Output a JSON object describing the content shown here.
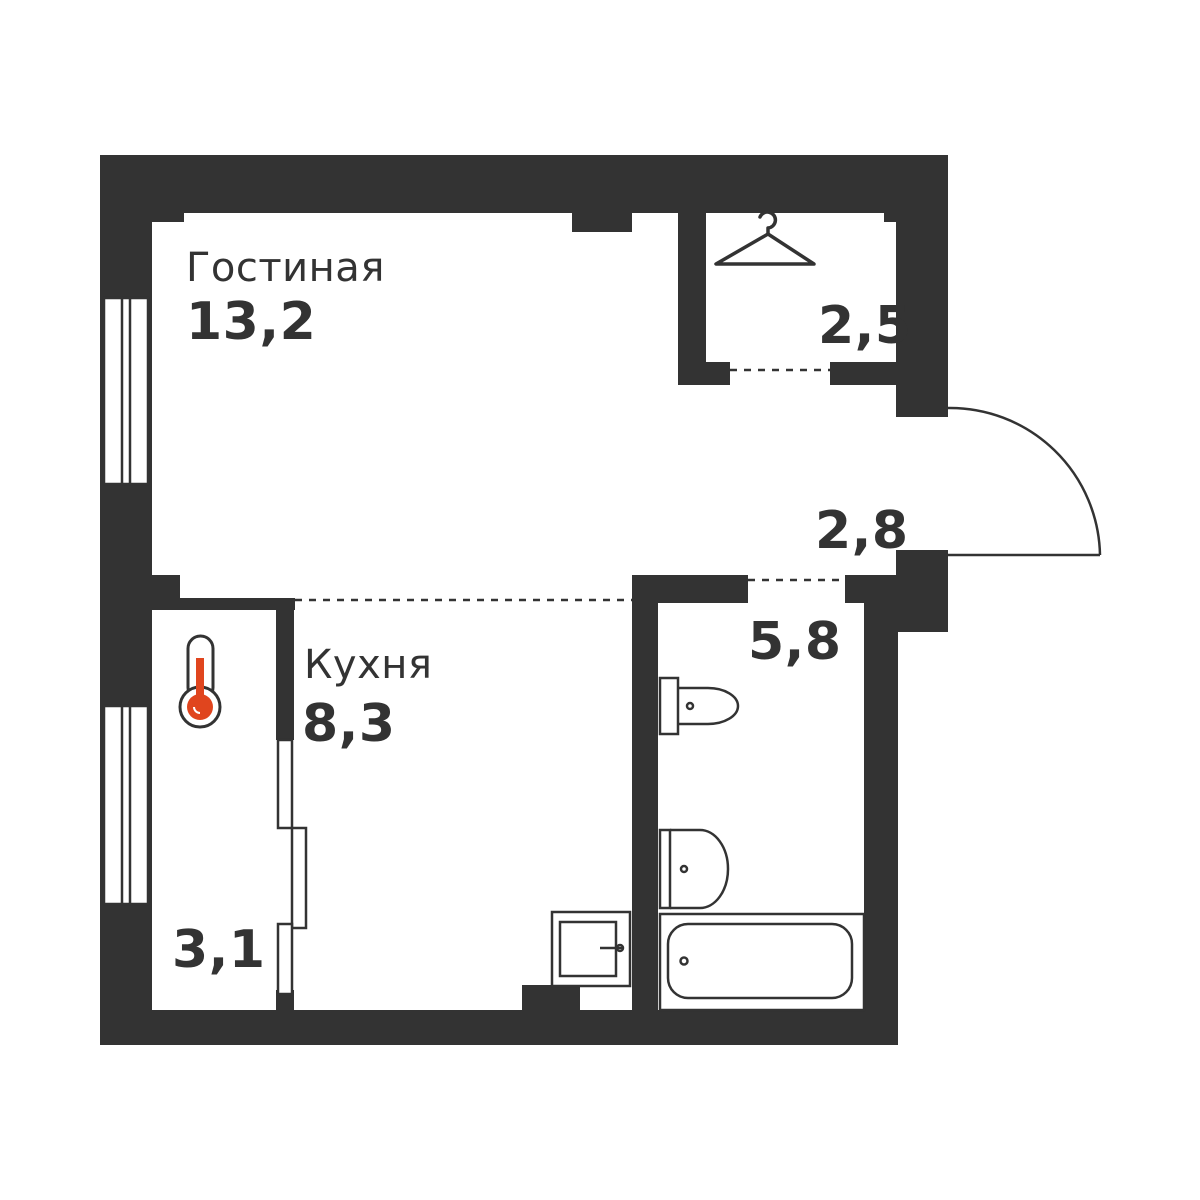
{
  "rooms": {
    "living": {
      "name": "Гостиная",
      "area": "13,2"
    },
    "wardrobe": {
      "area": "2,5"
    },
    "hall": {
      "area": "2,8"
    },
    "bathroom": {
      "area": "5,8"
    },
    "kitchen": {
      "name": "Кухня",
      "area": "8,3"
    },
    "balcony": {
      "area": "3,1"
    }
  },
  "icons": {
    "wardrobe": "hanger-icon",
    "balcony": "thermometer-icon"
  },
  "colors": {
    "wall": "#333333",
    "text": "#333333",
    "thermometer_accent": "#e0451e",
    "background": "#ffffff"
  }
}
